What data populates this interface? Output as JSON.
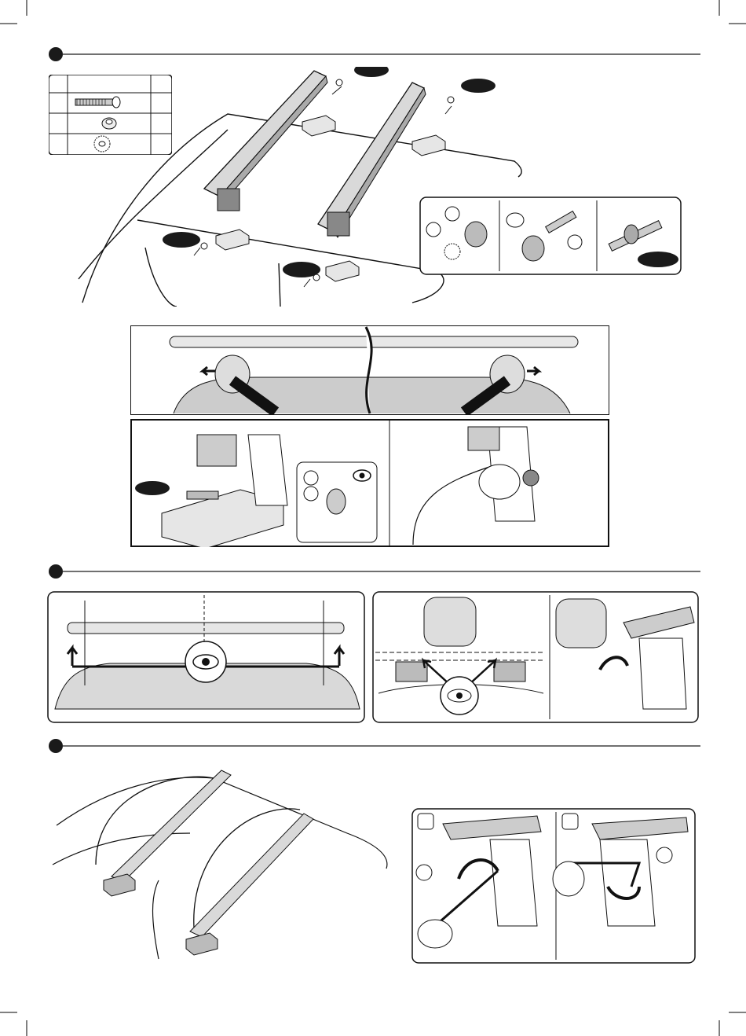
{
  "colors": {
    "ink": "#1a1a1a",
    "panel_gray": "#d9d9d9",
    "dark_badge": "#222222",
    "background": "#ffffff"
  },
  "sections": [
    {
      "id": "step-1",
      "marker_icon": "step-marker-dot"
    },
    {
      "id": "step-2",
      "marker_icon": "step-marker-dot"
    },
    {
      "id": "step-3",
      "marker_icon": "step-marker-dot"
    }
  ],
  "parts_table": {
    "rows": [
      {
        "icon": "bolt-icon"
      },
      {
        "icon": "spacer-washer-icon"
      },
      {
        "icon": "serrated-washer-icon"
      }
    ]
  },
  "icons": [
    "eye-icon",
    "arrow-outward-icon",
    "curved-arrow-icon",
    "hand-icon",
    "hex-key-icon",
    "roof-bar-icon",
    "foot-bracket-icon"
  ]
}
